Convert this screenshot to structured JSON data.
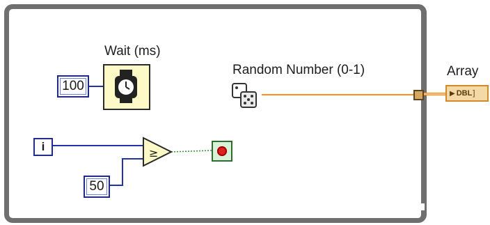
{
  "loop": {
    "iteration_terminal": "i"
  },
  "wait_node": {
    "label": "Wait (ms)",
    "constant": "100"
  },
  "random_node": {
    "label": "Random Number (0-1)"
  },
  "compare": {
    "constant": "50"
  },
  "array_indicator": {
    "label": "Array",
    "type_text": "DBL"
  },
  "colors": {
    "wire_numeric": "#ff8a1f",
    "wire_int": "#2233aa",
    "wire_bool": "#2f8f2f",
    "loop_border": "#6f6f6f"
  }
}
